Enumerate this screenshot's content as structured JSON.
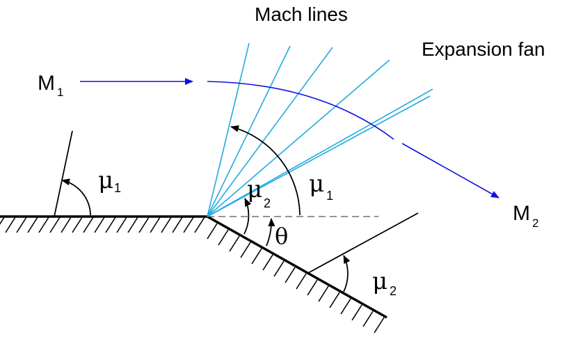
{
  "labels": {
    "mach_lines": "Mach lines",
    "expansion_fan": "Expansion fan",
    "m1_main": "M",
    "m1_sub": "1",
    "m2_main": "M",
    "m2_sub": "2",
    "mu_symbol": "μ",
    "sub_1": "1",
    "sub_2": "2",
    "theta": "θ"
  },
  "colors": {
    "wall": "#000000",
    "mach_lines": "#22aadd",
    "flow": "#1010e0",
    "reference": "#555555"
  }
}
